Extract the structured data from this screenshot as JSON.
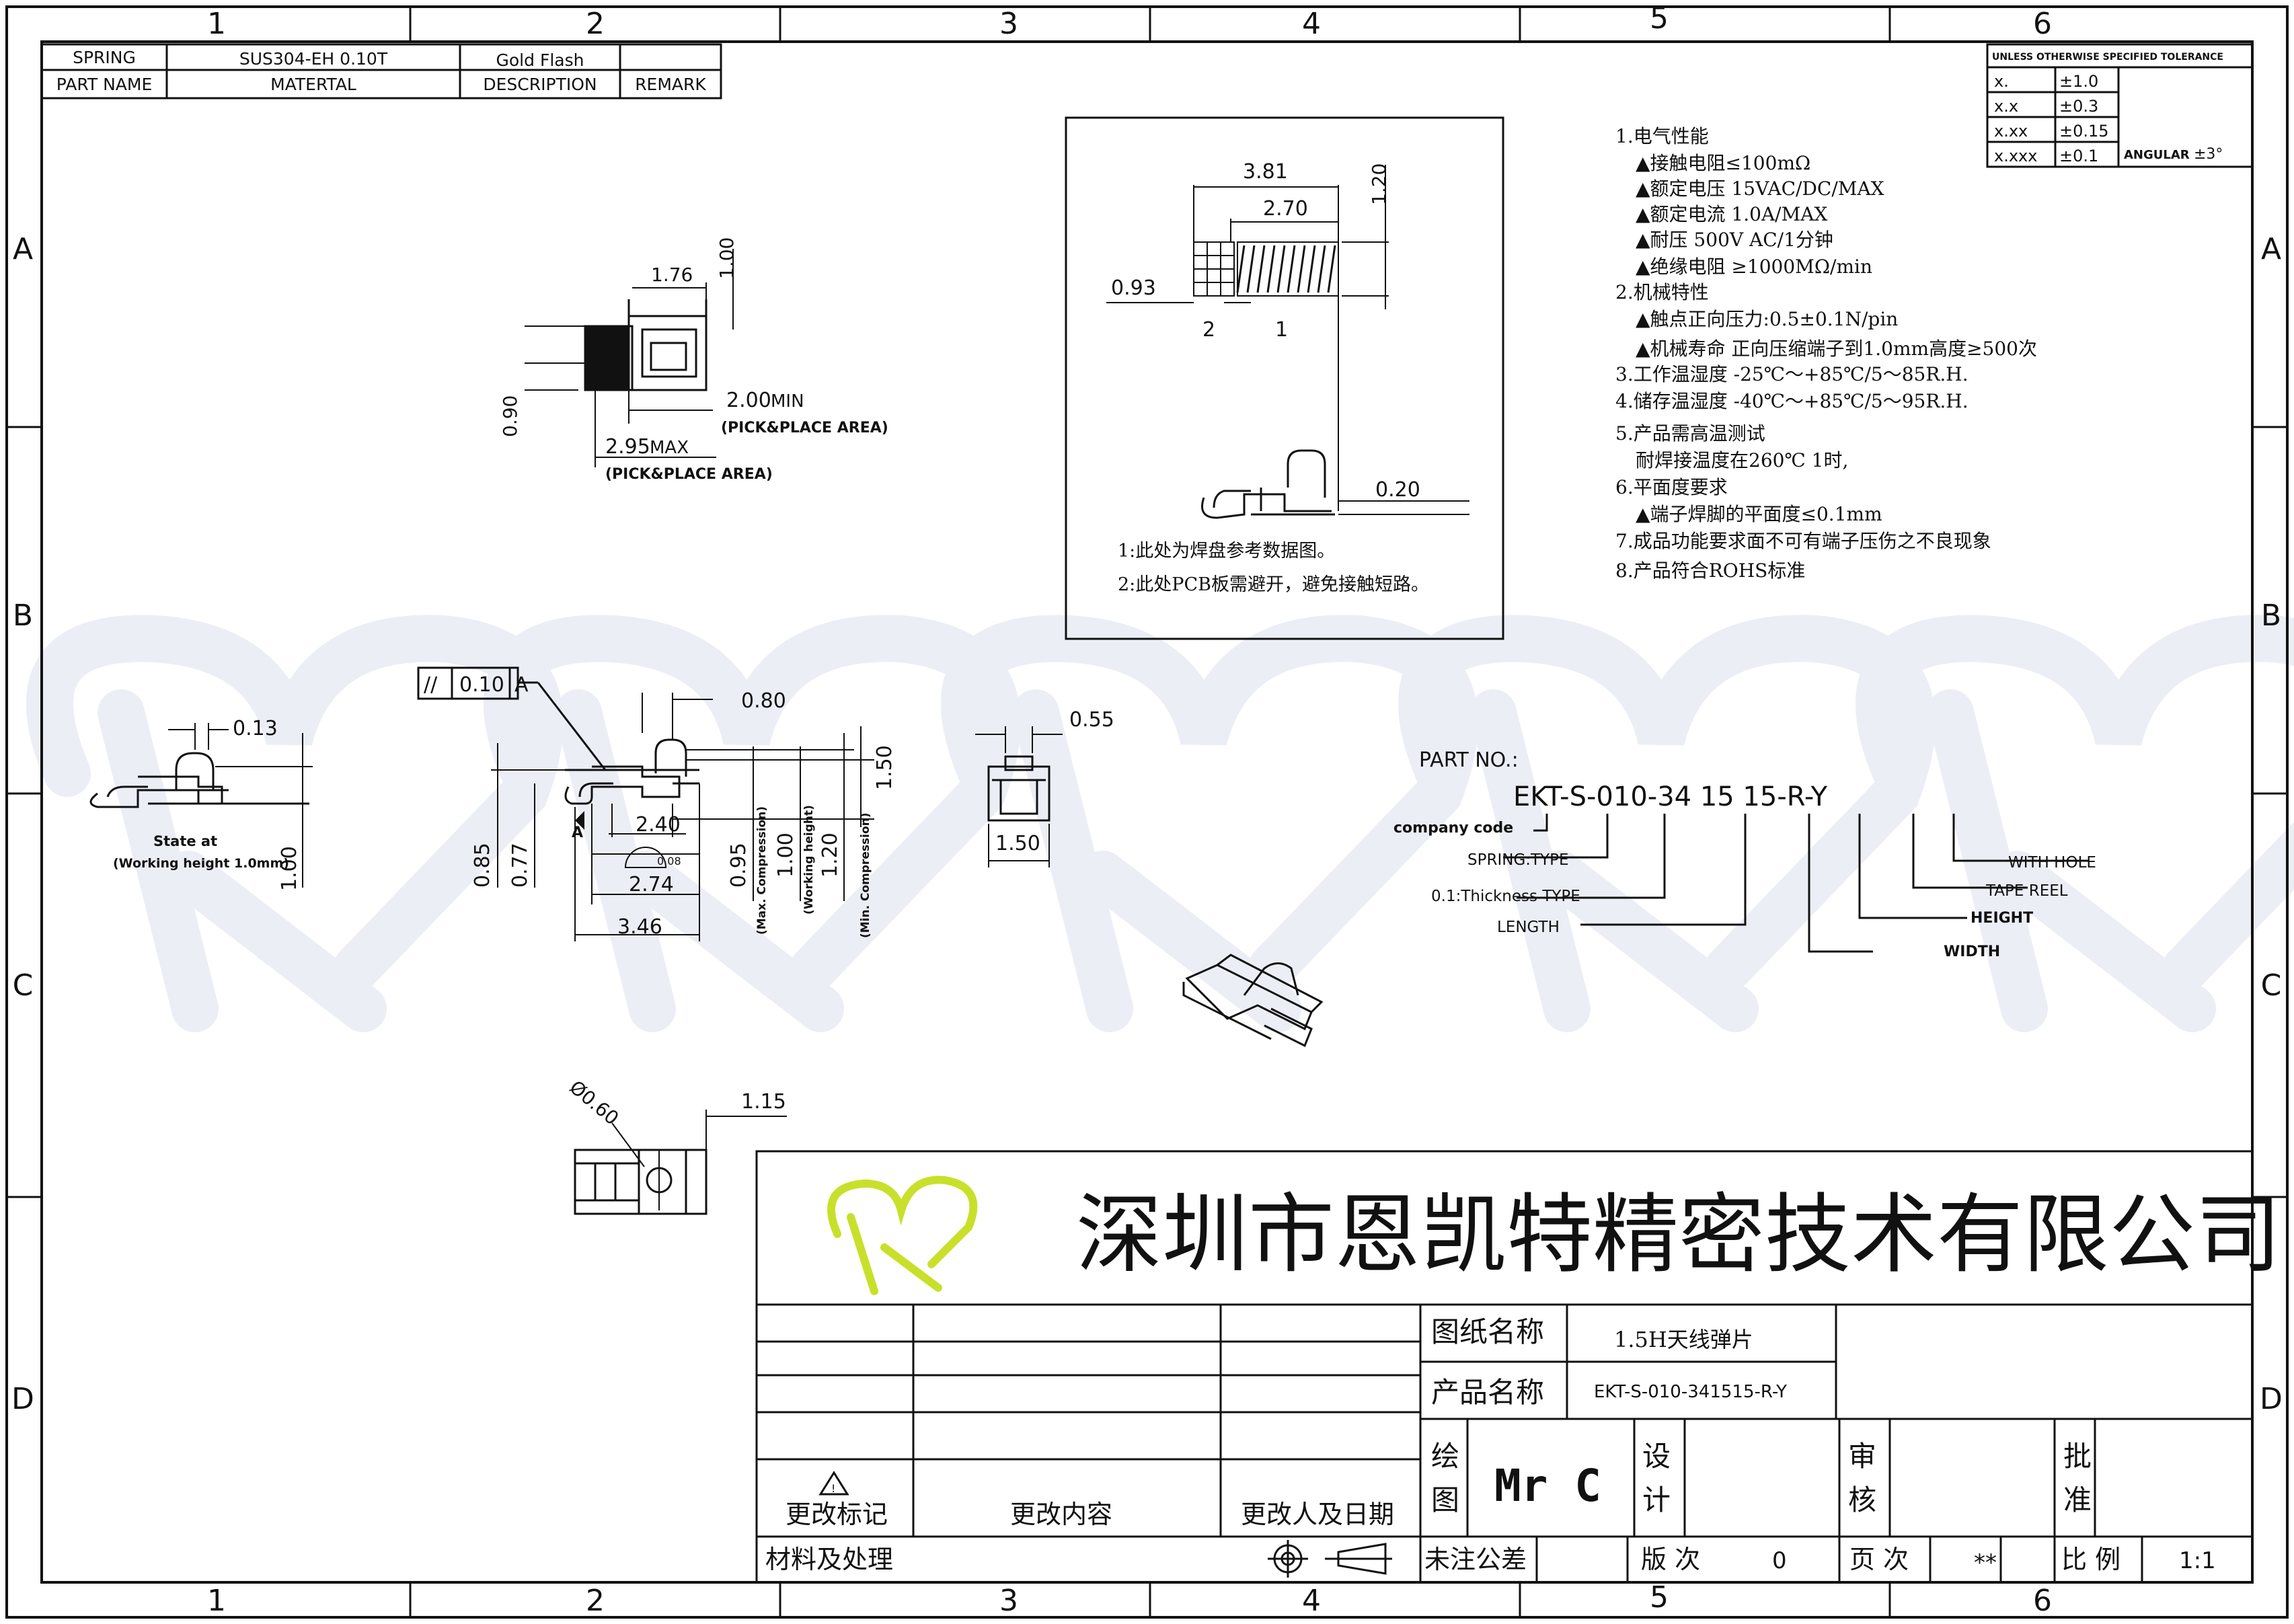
{
  "frame": {
    "columns": [
      "1",
      "2",
      "3",
      "4",
      "5",
      "6"
    ],
    "rows": [
      "A",
      "B",
      "C",
      "D"
    ]
  },
  "material_table": {
    "r1": [
      "SPRING",
      "SUS304-EH 0.10T",
      "Gold Flash",
      ""
    ],
    "r2": [
      "PART NAME",
      "MATERTAL",
      "DESCRIPTION",
      "REMARK"
    ]
  },
  "tolerance_table": {
    "header": "UNLESS OTHERWISE SPECIFIED TOLERANCE",
    "rows": [
      [
        "x.",
        "±1.0"
      ],
      [
        "x.x",
        "±0.3"
      ],
      [
        "x.xx",
        "±0.15"
      ],
      [
        "x.xxx",
        "±0.1"
      ]
    ],
    "angular_label": "ANGULAR",
    "angular_value": "±3°"
  },
  "top_view": {
    "d_176": "1.76",
    "d_100": "1.00",
    "d_090": "0.90",
    "d_200": "2.00",
    "min_label": "MIN",
    "pick1": "(PICK&PLACE AREA)",
    "d_295": "2.95",
    "max_label": "MAX",
    "pick2": "(PICK&PLACE AREA)"
  },
  "pcb_box": {
    "d_381": "3.81",
    "d_270": "2.70",
    "d_120": "1.20",
    "d_093": "0.93",
    "label_2": "2",
    "label_1": "1",
    "d_020": "0.20",
    "note1": "1:此处为焊盘参考数据图。",
    "note2": "2:此处PCB板需避开，避免接触短路。"
  },
  "specs": [
    "1.电气性能",
    "▲接触电阻≤100mΩ",
    "▲额定电压 15VAC/DC/MAX",
    "▲额定电流 1.0A/MAX",
    "▲耐压 500V AC/1分钟",
    "▲绝缘电阻 ≥1000MΩ/min",
    "2.机械特性",
    "▲触点正向压力:0.5±0.1N/pin",
    "▲机械寿命 正向压缩端子到1.0mm高度≥500次",
    "3.工作温湿度  -25℃～+85℃/5～85R.H.",
    "4.储存温湿度  -40℃～+85℃/5～95R.H.",
    "5.产品需高温测试",
    "耐焊接温度在260℃ 1时,",
    "6.平面度要求",
    "▲端子焊脚的平面度≤0.1mm",
    "7.成品功能要求面不可有端子压伤之不良现象",
    "8.产品符合ROHS标准"
  ],
  "state_view": {
    "d_013": "0.13",
    "state_label": "State at",
    "working_label": "(Working height 1.0mm)",
    "d_100": "1.00"
  },
  "side_view": {
    "flatness_symbol": "//",
    "flatness_value": "0.10",
    "datum": "A",
    "datum_tag": "A",
    "d_080": "0.80",
    "d_150": "1.50",
    "d_240": "2.40",
    "d_008": "0.08",
    "d_085": "0.85",
    "d_077": "0.77",
    "d_274": "2.74",
    "d_346": "3.46",
    "d_095": "0.95",
    "max_comp": "(Max. Compression)",
    "d_100": "1.00",
    "working_h": "(Working height)",
    "d_120": "1.20",
    "min_comp": "(Min. Compression)"
  },
  "end_view": {
    "d_055": "0.55",
    "d_150": "1.50"
  },
  "hole_view": {
    "d_060": "Ø0.60",
    "d_115": "1.15"
  },
  "part_no": {
    "label": "PART NO.:",
    "code": "EKT-S-010-34 15 15-R-Y",
    "company_code": "company code",
    "spring_type": "SPRING:TYPE",
    "thickness": "0.1:Thickness TYPE",
    "length": "LENGTH",
    "width": "WIDTH",
    "height": "HEIGHT",
    "tape_reel": "TAPE REEL",
    "with_hole": "WITH HOLE"
  },
  "title_block": {
    "company": "深圳市恩凯特精密技术有限公司",
    "drawing_name_label": "图纸名称",
    "drawing_name": "1.5H天线弹片",
    "product_name_label": "产品名称",
    "product_name": "EKT-S-010-341515-R-Y",
    "draw_label_1": "绘",
    "draw_label_2": "图",
    "drawer": "Mr C",
    "design_label_1": "设",
    "design_label_2": "计",
    "review_label_1": "审",
    "review_label_2": "核",
    "approve_label_1": "批",
    "approve_label_2": "准",
    "change_mark": "更改标记",
    "change_content": "更改内容",
    "change_person": "更改人及日期",
    "material_process": "材料及处理",
    "tolerance_label": "未注公差",
    "version_label": "版 次",
    "version": "0",
    "page_label": "页 次",
    "page": "**",
    "scale_label": "比 例",
    "scale": "1:1"
  },
  "colors": {
    "line": "#111111",
    "logo": "#c8e02a",
    "watermark": "#eceef6"
  }
}
